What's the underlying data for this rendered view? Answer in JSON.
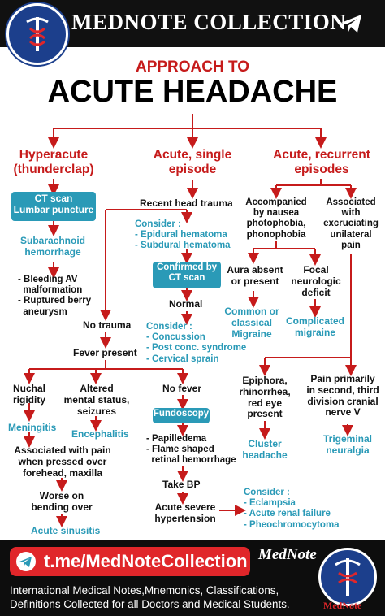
{
  "header": {
    "title": "MEDNOTE COLLECTION"
  },
  "diagram": {
    "title_line1": "APPROACH TO",
    "title_line2": "ACUTE HEADACHE",
    "branches": {
      "hyperacute": "Hyperacute\n(thunderclap)",
      "acute_single": "Acute, single\nepisode",
      "acute_recurrent": "Acute, recurrent\nepisodes"
    },
    "ct_box": "CT scan\nLumbar puncture",
    "sah": "Subarachnoid\nhemorrhage",
    "sah_causes": "- Bleeding AV\n  malformation\n- Ruptured berry\n  aneurysm",
    "recent_trauma": "Recent head trauma",
    "consider_trauma": "Consider :\n- Epidural hematoma\n- Subdural hematoma",
    "confirmed_box": "Confirmed by\nCT scan",
    "normal": "Normal",
    "consider_normal": "Consider :\n- Concussion\n- Post conc. syndrome\n- Cervical sprain",
    "no_trauma": "No trauma",
    "fever_present": "Fever present",
    "nuchal": "Nuchal\nrigidity",
    "meningitis": "Meningitis",
    "altered": "Altered\nmental status,\nseizures",
    "encephalitis": "Encephalitis",
    "no_fever": "No fever",
    "fundoscopy_box": "Fundoscopy",
    "fundo_findings": "- Papilledema\n- Flame shaped\n  retinal hemorrhage",
    "take_bp": "Take BP",
    "acute_htn": "Acute severe\nhypertension",
    "consider_htn": "Consider :\n- Eclampsia\n- Acute renal failure\n- Pheochromocytoma",
    "assoc_pain_forehead": "Associated with pain\nwhen pressed over\nforehead, maxilla",
    "worse_bending": "Worse on\nbending over",
    "acute_sinusitis": "Acute sinusitis",
    "accompanied": "Accompanied\nby nausea\nphotophobia,\nphonophobia",
    "assoc_excruciating": "Associated\nwith\nexcruciating\nunilateral\npain",
    "aura_absent": "Aura absent\nor present",
    "focal": "Focal\nneurologic\ndeficit",
    "common_migraine": "Common or\nclassical\nMigraine",
    "complicated_migraine": "Complicated\nmigraine",
    "epiphora": "Epiphora,\nrhinorrhea,\nred eye\npresent",
    "cluster": "Cluster\nheadache",
    "pain_primarily": "Pain primarily\nin second, third\ndivision cranial\nnerve V",
    "trigeminal": "Trigeminal\nneuralgia"
  },
  "footer": {
    "link": "t.me/MedNoteCollection",
    "tagline_line1": "International Medical Notes,Mnemonics, Classifications,",
    "tagline_line2": "Definitions Collected for all Doctors and Medical Students.",
    "brand": "MedNote",
    "brand_small": "MedNote"
  },
  "colors": {
    "red": "#c61b1b",
    "teal": "#2a9ab7",
    "black": "#111111",
    "logo_blue": "#1c3f8c"
  },
  "icons": {
    "telegram": "telegram-icon",
    "logo": "mednote-caduceus-logo"
  }
}
